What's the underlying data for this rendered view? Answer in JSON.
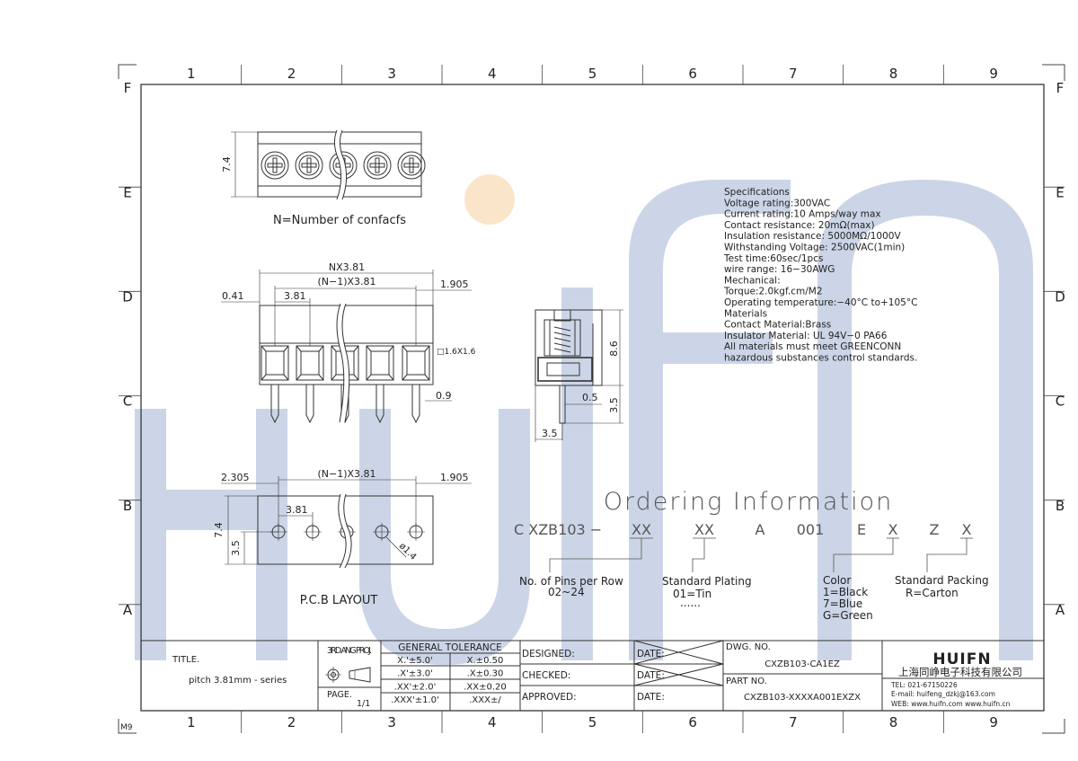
{
  "border": {
    "col_labels": [
      "1",
      "2",
      "3",
      "4",
      "5",
      "6",
      "7",
      "8",
      "9"
    ],
    "row_labels": [
      "F",
      "E",
      "D",
      "C",
      "B",
      "A"
    ],
    "corner_mark": "M9"
  },
  "watermark": {
    "text": "HUIFN",
    "colors": {
      "letters": "#c7d0e4",
      "dot": "#fbe3c4"
    }
  },
  "top_view": {
    "dim_height": "7.4",
    "caption": "N=Number of confacfs"
  },
  "front_view": {
    "dim_total": "NX3.81",
    "dim_pitch_n1": "(N−1)X3.81",
    "dim_left": "0.41",
    "dim_pitch": "3.81",
    "dim_right": "1.905",
    "dim_square": "□1.6X1.6",
    "dim_pin": "0.9"
  },
  "side_view": {
    "dim_height": "8.6",
    "dim_pin_w": "0.5",
    "dim_pin_len": "3.5",
    "dim_offset": "3.5"
  },
  "pcb_layout": {
    "dim_left": "2.305",
    "dim_pitch_n1": "(N−1)X3.81",
    "dim_right": "1.905",
    "dim_pitch": "3.81",
    "dim_height": "7.4",
    "dim_row": "3.5",
    "dim_hole": "ø1.4",
    "caption": "P.C.B LAYOUT"
  },
  "specifications": {
    "lines": [
      "Specifications",
      "Voltage rating:300VAC",
      "Current rating:10 Amps/way max",
      "Contact resistance: 20mΩ(max)",
      "Insulation resistance: 5000MΩ/1000V",
      "Withstanding Voltage: 2500VAC(1min)",
      "Test time:60sec/1pcs",
      "wire range: 16−30AWG",
      "Mechanical:",
      "Torque:2.0kgf.cm/M2",
      "Operating temperature:−40°C to+105°C",
      "Materials",
      "Contact Material:Brass",
      "Insulator Material: UL 94V−0 PA66",
      "All materials must meet GREENCONN",
      "hazardous substances control standards."
    ]
  },
  "ordering": {
    "title": "Ordering Information",
    "code": {
      "prefix": "C XZB103 −",
      "pins": "XX",
      "plating": "XX",
      "a": "A",
      "num": "001",
      "e": "E",
      "color": "X",
      "z": "Z",
      "packing": "X"
    },
    "pins_label": "No. of Pins per Row",
    "pins_range": "02~24",
    "plating_label": "Standard Plating",
    "plating_value": "01=Tin",
    "plating_more": "......",
    "color_label": "Color",
    "color_values": [
      "1=Black",
      "7=Blue",
      "G=Green"
    ],
    "packing_label": "Standard Packing",
    "packing_value": "R=Carton"
  },
  "title_block": {
    "title_label": "TITLE.",
    "title_value": "pitch 3.81mm  - series",
    "projection_label": "3RD.ANG PROJ.",
    "page_label": "PAGE.",
    "page_value": "1/1",
    "tolerance_header": "GENERAL  TOLERANCE",
    "tolerance": [
      [
        "X.'±5.0'",
        "X.±0.50"
      ],
      [
        ".X'±3.0'",
        ".X±0.30"
      ],
      [
        ".XX'±2.0'",
        ".XX±0.20"
      ],
      [
        ".XXX'±1.0'",
        ".XXX±/"
      ]
    ],
    "designed": "DESIGNED:",
    "checked": "CHECKED:",
    "approved": "APPROVED:",
    "date": "DATE:",
    "dwg_label": "DWG. NO.",
    "dwg_value": "CXZB103-CA1EZ",
    "part_label": "PART NO.",
    "part_value": "CXZB103-XXXXA001EXZX",
    "company_logo": "HUIFN",
    "company_name": "上海同峥电子科技有限公司",
    "tel": "TEL: 021-67150226",
    "email": "E-mail: huifeng_dzkj@163.com",
    "web": "WEB: www.huifn.com  www.huifn.cn"
  }
}
